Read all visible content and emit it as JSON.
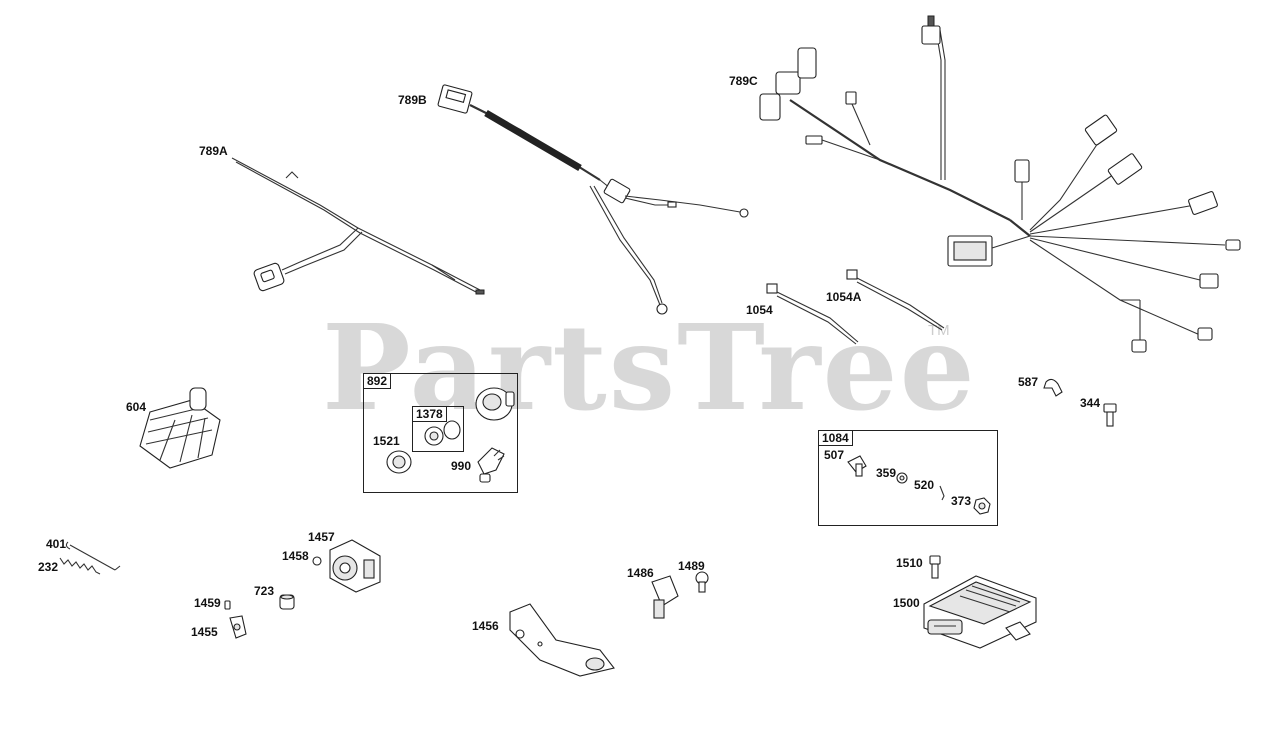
{
  "watermark": {
    "text": "PartsTree",
    "tm": "TM"
  },
  "kits": [
    {
      "id": "kit-892",
      "label": "892"
    },
    {
      "id": "kit-1378",
      "label": "1378"
    },
    {
      "id": "kit-1084",
      "label": "1084"
    }
  ],
  "labels": {
    "p789A": "789A",
    "p789B": "789B",
    "p789C": "789C",
    "p1054": "1054",
    "p1054A": "1054A",
    "p604": "604",
    "p1521": "1521",
    "p990": "990",
    "p587": "587",
    "p344": "344",
    "p507": "507",
    "p359": "359",
    "p520": "520",
    "p373": "373",
    "p401": "401",
    "p232": "232",
    "p1457": "1457",
    "p1458": "1458",
    "p723": "723",
    "p1459": "1459",
    "p1455": "1455",
    "p1456": "1456",
    "p1486": "1486",
    "p1489": "1489",
    "p1510": "1510",
    "p1500": "1500"
  }
}
